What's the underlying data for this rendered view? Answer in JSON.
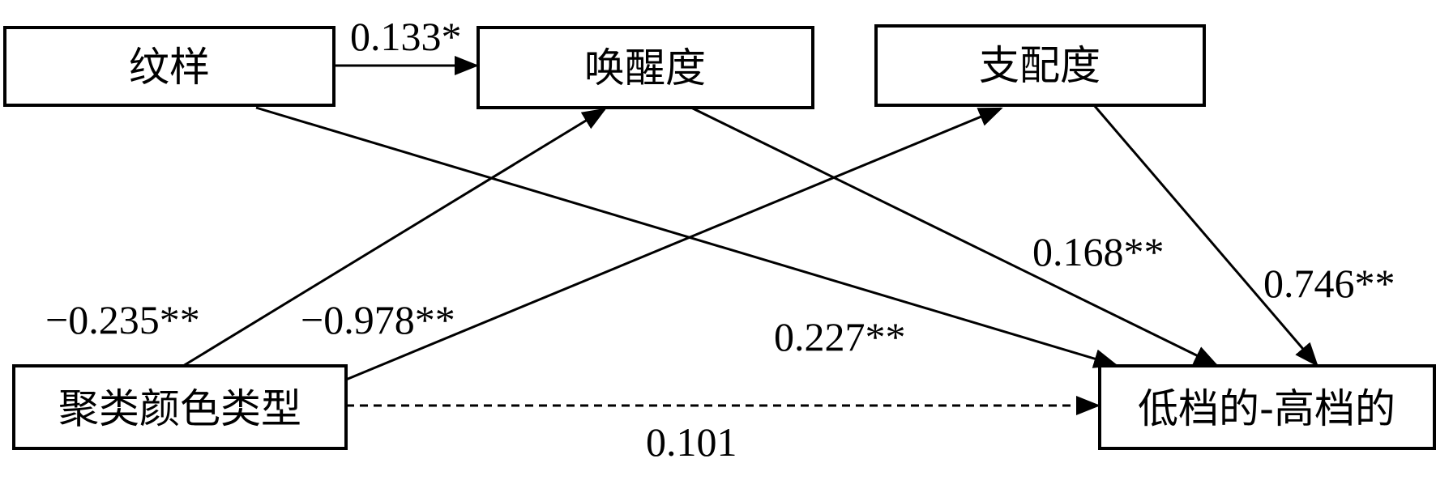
{
  "nodes": {
    "pattern": "纹样",
    "arousal": "唤醒度",
    "dominance": "支配度",
    "color_cluster": "聚类颜色类型",
    "low_high_grade": "低档的-高档的"
  },
  "edges": [
    {
      "from": "pattern",
      "to": "arousal",
      "coef": "0.133*",
      "style": "solid"
    },
    {
      "from": "pattern",
      "to": "low_high_grade",
      "coef": "0.227**",
      "style": "solid"
    },
    {
      "from": "arousal",
      "to": "low_high_grade",
      "coef": "0.168**",
      "style": "solid"
    },
    {
      "from": "dominance",
      "to": "low_high_grade",
      "coef": "0.746**",
      "style": "solid"
    },
    {
      "from": "color_cluster",
      "to": "arousal",
      "coef": "−0.235**",
      "style": "solid"
    },
    {
      "from": "color_cluster",
      "to": "dominance",
      "coef": "−0.978**",
      "style": "solid"
    },
    {
      "from": "color_cluster",
      "to": "low_high_grade",
      "coef": "0.101",
      "style": "dashed"
    }
  ]
}
